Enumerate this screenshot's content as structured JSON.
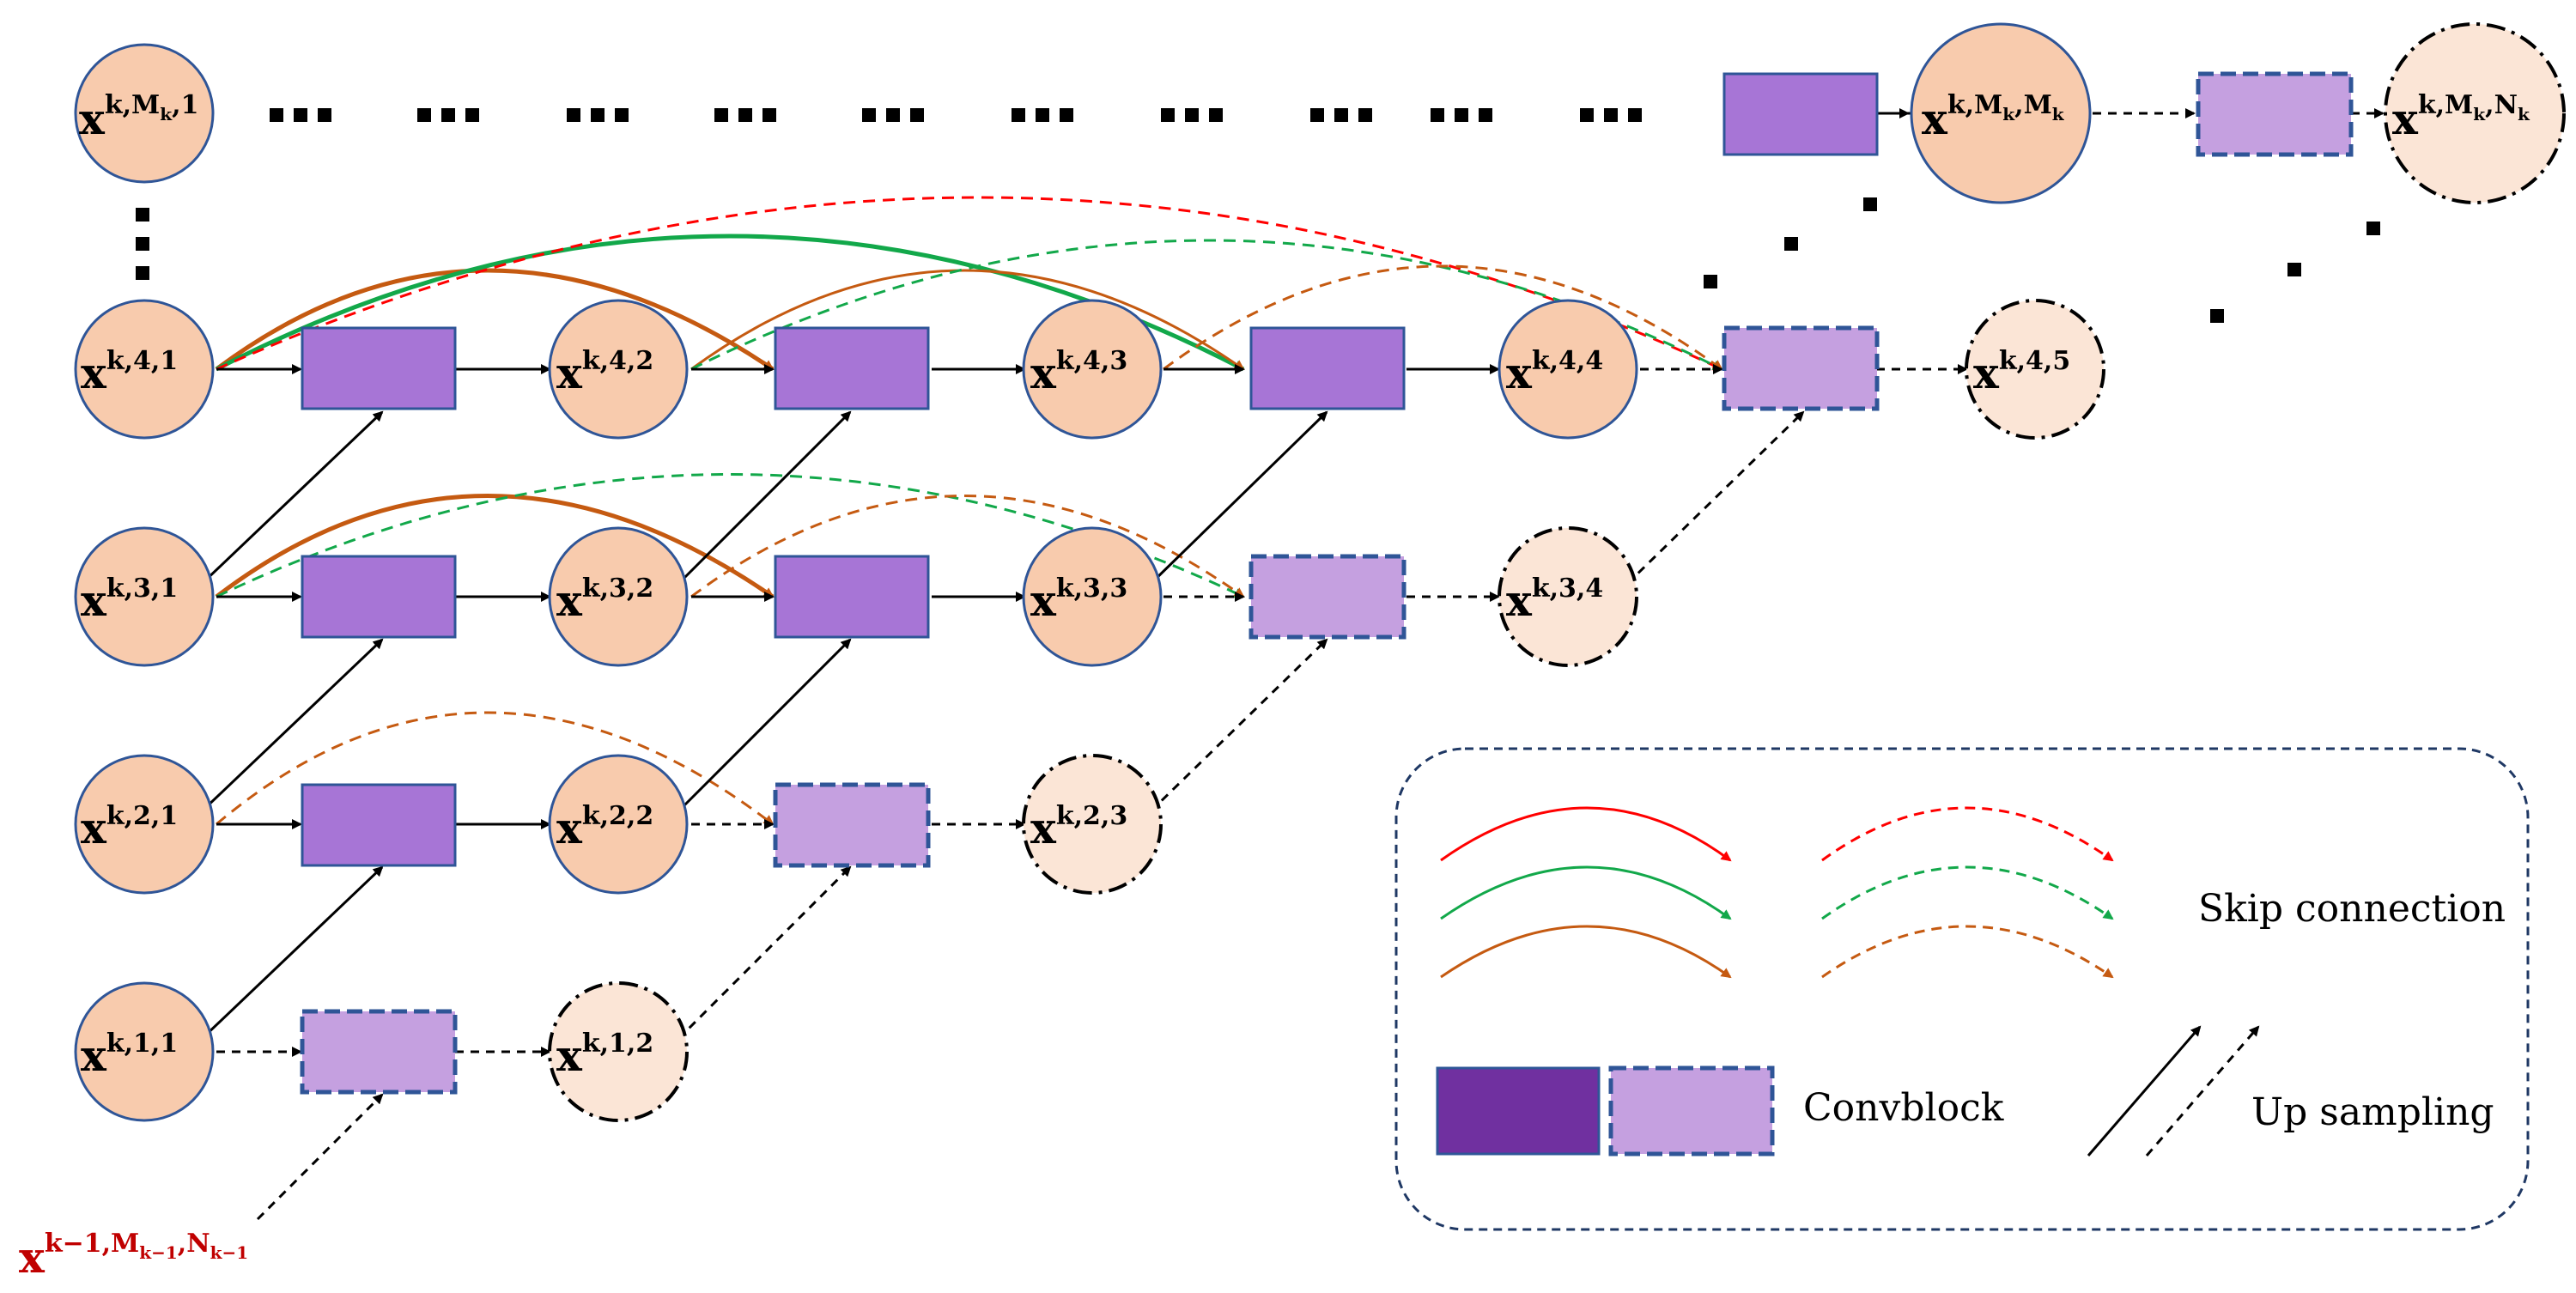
{
  "nodes": {
    "k11": {
      "base": "x",
      "sup": "k,1,1"
    },
    "k12": {
      "base": "x",
      "sup": "k,1,2"
    },
    "k21": {
      "base": "x",
      "sup": "k,2,1"
    },
    "k22": {
      "base": "x",
      "sup": "k,2,2"
    },
    "k23": {
      "base": "x",
      "sup": "k,2,3"
    },
    "k31": {
      "base": "x",
      "sup": "k,3,1"
    },
    "k32": {
      "base": "x",
      "sup": "k,3,2"
    },
    "k33": {
      "base": "x",
      "sup": "k,3,3"
    },
    "k34": {
      "base": "x",
      "sup": "k,3,4"
    },
    "k41": {
      "base": "x",
      "sup": "k,4,1"
    },
    "k42": {
      "base": "x",
      "sup": "k,4,2"
    },
    "k43": {
      "base": "x",
      "sup": "k,4,3"
    },
    "k44": {
      "base": "x",
      "sup": "k,4,4"
    },
    "k45": {
      "base": "x",
      "sup": "k,4,5"
    },
    "kM1": {
      "base": "x",
      "sup1": "k,M",
      "sub1": "k",
      "sup2": ",1"
    },
    "kMM": {
      "base": "x",
      "sup1": "k,M",
      "sub1": "k",
      "sup2": ",M",
      "sub2": "k"
    },
    "kMN": {
      "base": "x",
      "sup1": "k,M",
      "sub1": "k",
      "sup2": ",N",
      "sub2": "k"
    }
  },
  "input_node": {
    "base": "x",
    "sup1": "k−1,M",
    "sub1": "k−1",
    "sup2": ",N",
    "sub2": "k−1"
  },
  "legend": {
    "skip_label": "Skip connection",
    "conv_label": "Convblock",
    "up_label": "Up sampling"
  },
  "colors": {
    "node_solid": "#f8cbad",
    "node_light": "#fbe5d6",
    "node_stroke": "#2f5597",
    "conv_solid": "#a775d6",
    "conv_light": "#c5a0e0",
    "conv_legend_solid": "#7030a0",
    "red": "#ff0000",
    "green": "#12a84a",
    "orange": "#c55a11",
    "input_red": "#c00000"
  }
}
